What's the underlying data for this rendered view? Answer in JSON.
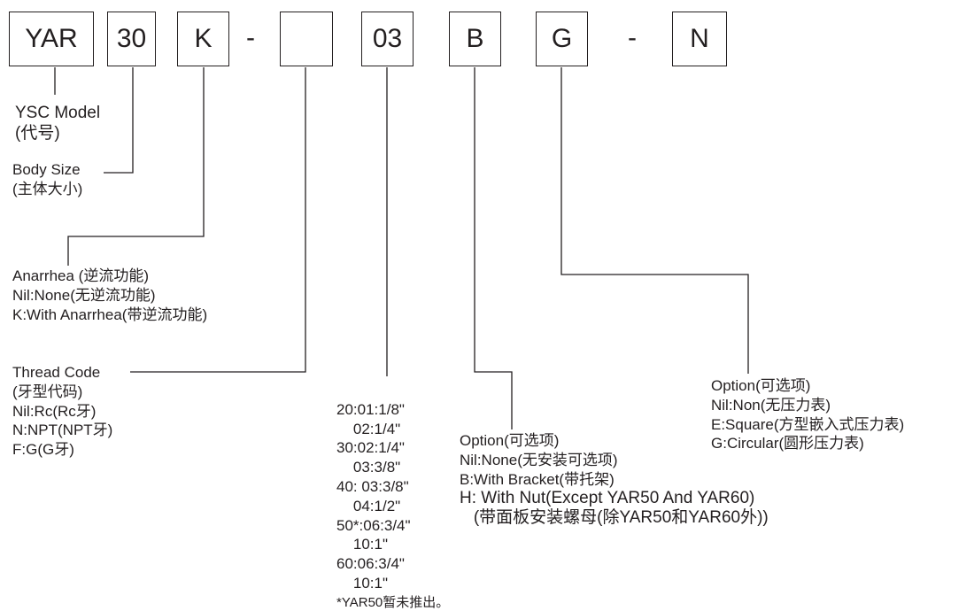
{
  "code_boxes": [
    "YAR",
    "30",
    "K",
    "",
    "03",
    "B",
    "G",
    "N"
  ],
  "separators": [
    "-",
    "-"
  ],
  "model": {
    "title": "YSC Model",
    "sub": "(代号)"
  },
  "body_size": {
    "title": "Body Size",
    "sub": "(主体大小)"
  },
  "anarrhea": {
    "lines": [
      "Anarrhea (逆流功能)",
      "Nil:None(无逆流功能)",
      "K:With Anarrhea(带逆流功能)"
    ]
  },
  "thread_code": {
    "lines": [
      "Thread Code",
      "(牙型代码)",
      "Nil:Rc(Rc牙)",
      "N:NPT(NPT牙)",
      "F:G(G牙)"
    ]
  },
  "port_size": {
    "lines": [
      "20:01:1/8\"",
      "    02:1/4\"",
      "30:02:1/4\"",
      "    03:3/8\"",
      "40: 03:3/8\"",
      "    04:1/2\"",
      "50*:06:3/4\"",
      "    10:1\"",
      "60:06:3/4\"",
      "    10:1\""
    ],
    "note": "*YAR50暂未推出。"
  },
  "option_bracket": {
    "lines": [
      "Option(可选项)",
      "Nil:None(无安装可选项)",
      "B:With Bracket(带托架)",
      "H: With Nut(Except YAR50 And YAR60)",
      "   (带面板安装螺母(除YAR50和YAR60外))"
    ]
  },
  "option_gauge": {
    "lines": [
      "Option(可选项)",
      "Nil:Non(无压力表)",
      "E:Square(方型嵌入式压力表)",
      "G:Circular(圆形压力表)"
    ]
  }
}
